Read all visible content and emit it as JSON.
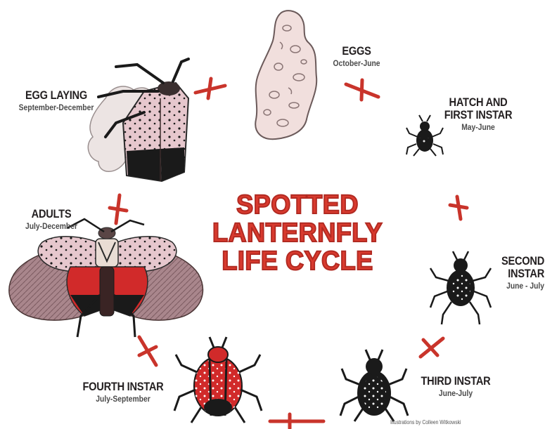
{
  "title_lines": [
    "SPOTTED",
    "LANTERNFLY",
    "LIFE CYCLE"
  ],
  "stages": {
    "eggs": {
      "title": "EGGS",
      "dates": "October-June"
    },
    "hatch": {
      "title_line1": "HATCH AND",
      "title_line2": "FIRST INSTAR",
      "dates": "May-June"
    },
    "second": {
      "title_line1": "SECOND",
      "title_line2": "INSTAR",
      "dates": "June - July"
    },
    "third": {
      "title": "THIRD INSTAR",
      "dates": "June-July"
    },
    "fourth": {
      "title": "FOURTH INSTAR",
      "dates": "July-September"
    },
    "adults": {
      "title": "ADULTS",
      "dates": "July-December"
    },
    "egg_laying": {
      "title": "EGG LAYING",
      "dates": "September-December"
    }
  },
  "credit": "Illustrations by Colleen Witkowski",
  "colors": {
    "title": "#d93a2e",
    "arrow": "#c9342b",
    "nymph_red": "#d12a2a",
    "wing_pink": "#e8c9cf"
  }
}
